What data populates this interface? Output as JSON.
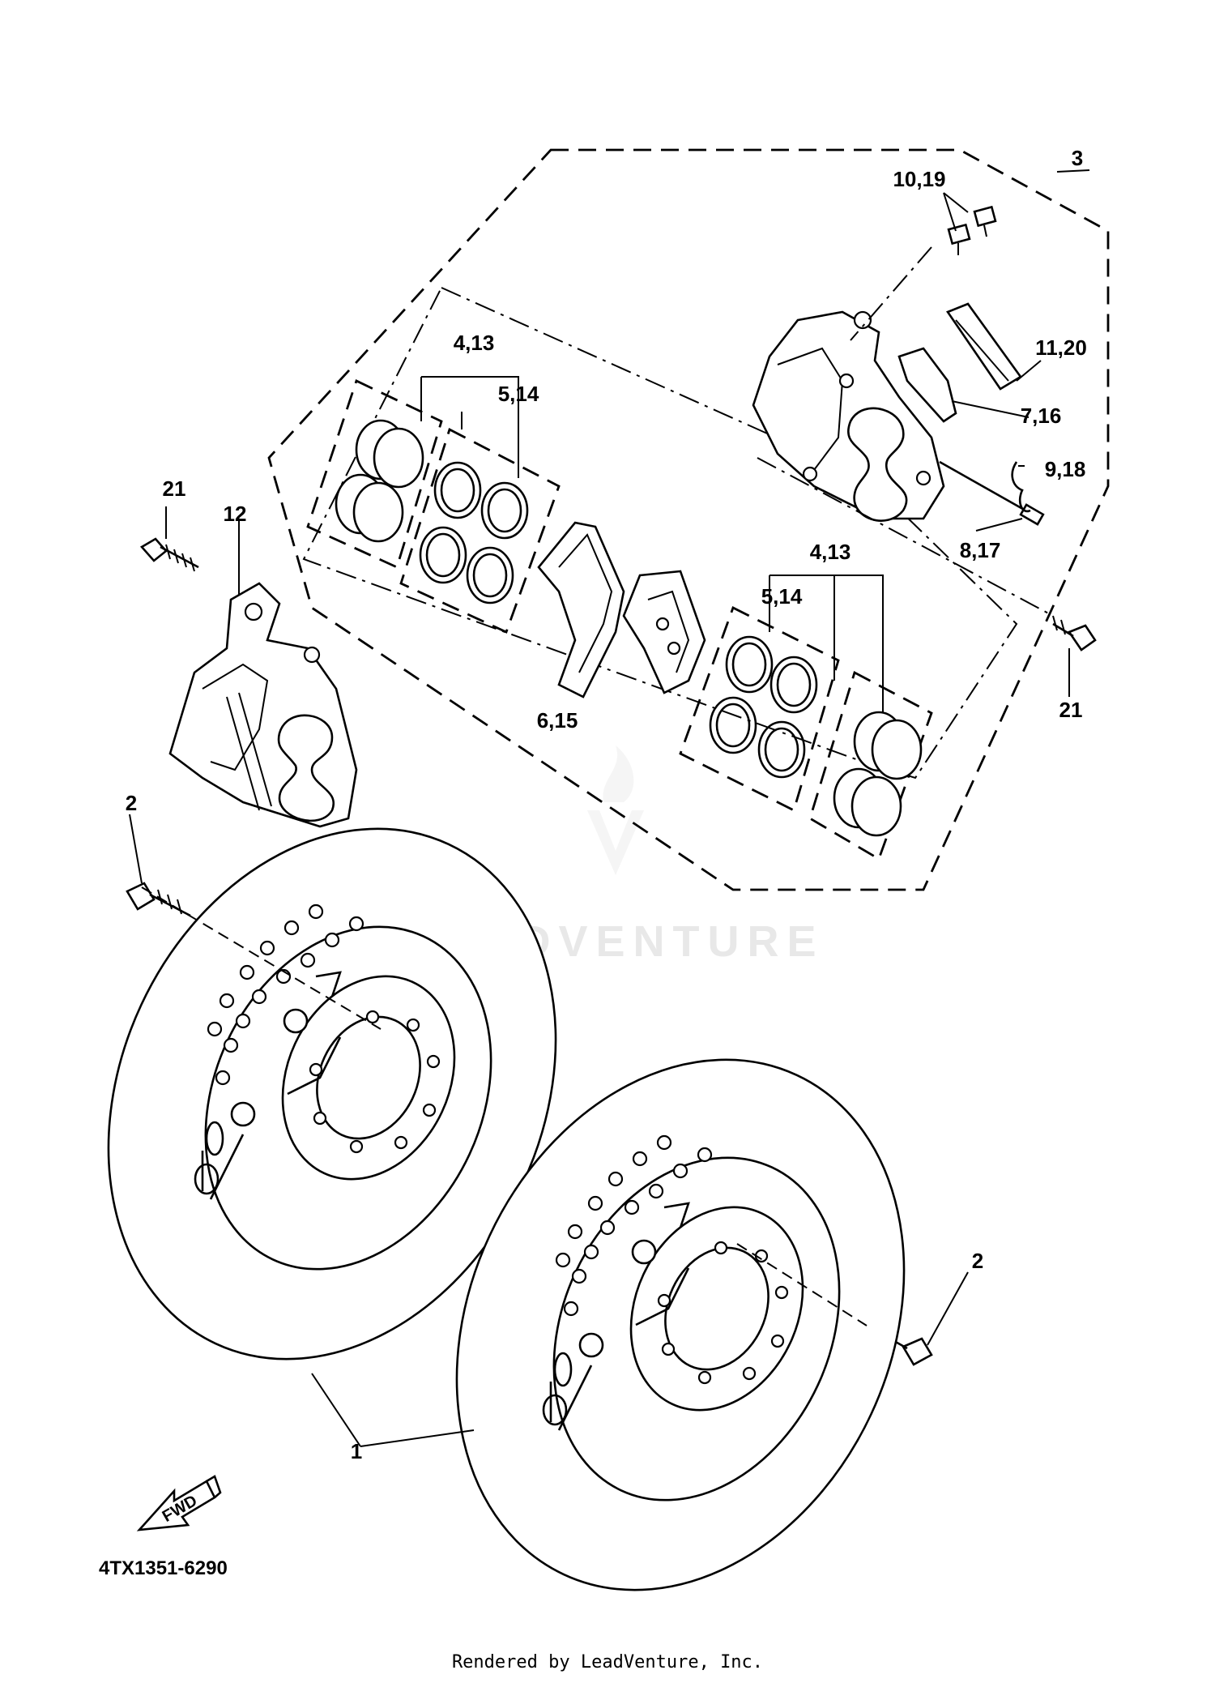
{
  "diagram": {
    "labels": {
      "l1": "1",
      "l2a": "2",
      "l2b": "2",
      "l3": "3",
      "l4a": "4,13",
      "l5a": "5,14",
      "l4b": "4,13",
      "l5b": "5,14",
      "l6": "6,15",
      "l7": "7,16",
      "l8": "8,17",
      "l9": "9,18",
      "l10": "10,19",
      "l11": "11,20",
      "l12": "12",
      "l21a": "21",
      "l21b": "21"
    },
    "fwd": "FWD",
    "part_code": "4TX1351-6290",
    "watermark": "LEADVENTURE",
    "footer": "Rendered by LeadVenture, Inc."
  }
}
